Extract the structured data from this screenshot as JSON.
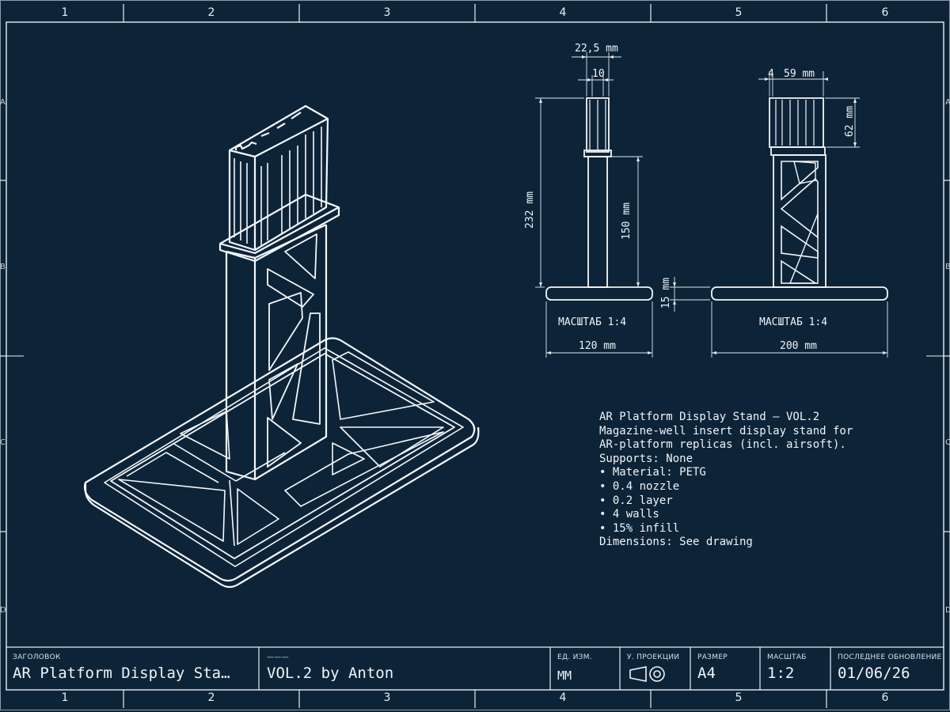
{
  "frame": {
    "zones_top": [
      "1",
      "2",
      "3",
      "4",
      "5",
      "6"
    ],
    "zones_bottom": [
      "1",
      "2",
      "3",
      "4",
      "5",
      "6"
    ],
    "zones_left": [
      "A",
      "B",
      "C",
      "D"
    ],
    "zones_right": [
      "A",
      "B",
      "C",
      "D"
    ]
  },
  "drawing": {
    "front_view": {
      "dim_top_total": "22,5 mm",
      "dim_top_inner": "10",
      "dim_height_total": "232 mm",
      "dim_height_column": "150 mm",
      "dim_base_width": "120 mm",
      "scale": "МАСШТАБ 1:4"
    },
    "side_view": {
      "dim_top_small": "4",
      "dim_top_width": "59 mm",
      "dim_head_height": "62 mm",
      "dim_base_height": "15 mm",
      "dim_base_width": "200 mm",
      "scale": "МАСШТАБ 1:4"
    }
  },
  "notes": [
    "AR Platform Display Stand — VOL.2",
    "Magazine-well insert display stand for",
    "AR-platform replicas (incl. airsoft).",
    "Supports: None",
    "• Material: PETG",
    "• 0.4 nozzle",
    "• 0.2 layer",
    "• 4 walls",
    "• 15% infill",
    "Dimensions: See drawing"
  ],
  "title_block": {
    "title_label": "ЗАГОЛОВОК",
    "title_value": "AR Platform Display Sta…",
    "subtitle_label": "———",
    "subtitle_value": "VOL.2 by Anton",
    "units_label": "ЕД. ИЗМ.",
    "units_value": "MM",
    "projection_label": "У. ПРОЕКЦИИ",
    "size_label": "РАЗМЕР",
    "size_value": "A4",
    "scale_label": "МАСШТАБ",
    "scale_value": "1:2",
    "updated_label": "ПОСЛЕДНЕЕ ОБНОВЛЕНИЕ",
    "updated_value": "01/06/26"
  },
  "colors": {
    "background": "#0d2438",
    "line": "#e8eef4"
  }
}
